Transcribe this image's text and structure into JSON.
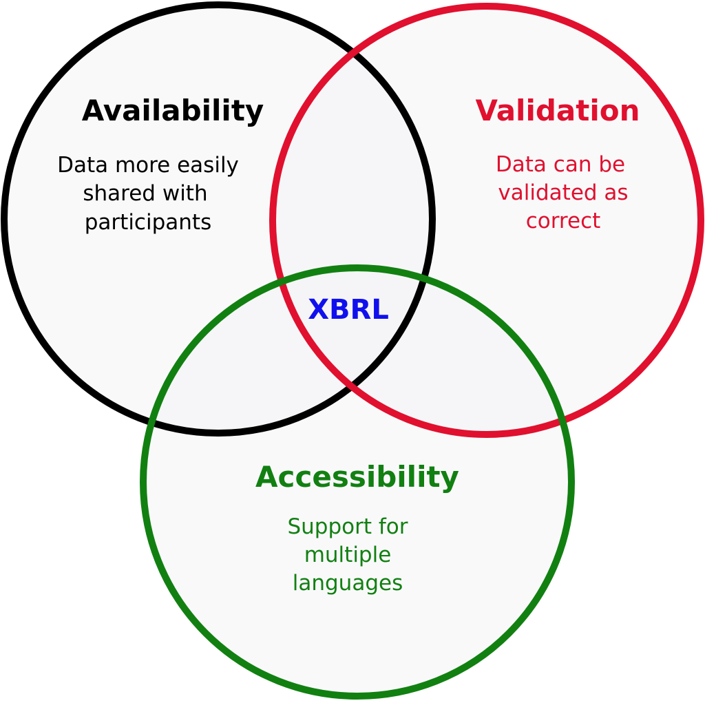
{
  "colors": {
    "availability": "#000000",
    "validation": "#e0102e",
    "accessibility": "#118011",
    "center": "#1010ee"
  },
  "sets": {
    "availability": {
      "title": "Availability",
      "description": [
        "Data more easily",
        "shared with",
        "participants"
      ]
    },
    "validation": {
      "title": "Validation",
      "description": [
        "Data can be",
        "validated as",
        "correct"
      ]
    },
    "accessibility": {
      "title": "Accessibility",
      "description": [
        "Support for",
        "multiple",
        "languages"
      ]
    }
  },
  "center": {
    "label": "XBRL"
  }
}
